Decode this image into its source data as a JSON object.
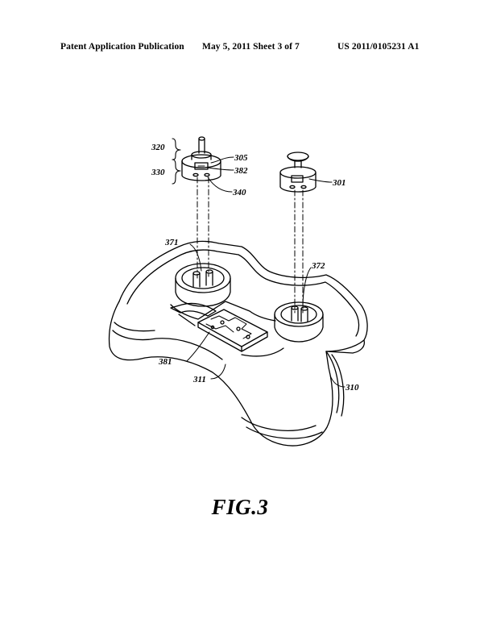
{
  "header": {
    "left": "Patent Application Publication",
    "middle": "May 5, 2011   Sheet 3 of 7",
    "right": "US 2011/0105231 A1"
  },
  "figure": {
    "caption": "FIG.3",
    "labels": {
      "r320": "320",
      "r330": "330",
      "r305": "305",
      "r382": "382",
      "r340": "340",
      "r301": "301",
      "r371": "371",
      "r372": "372",
      "r381": "381",
      "r311": "311",
      "r310": "310"
    }
  }
}
